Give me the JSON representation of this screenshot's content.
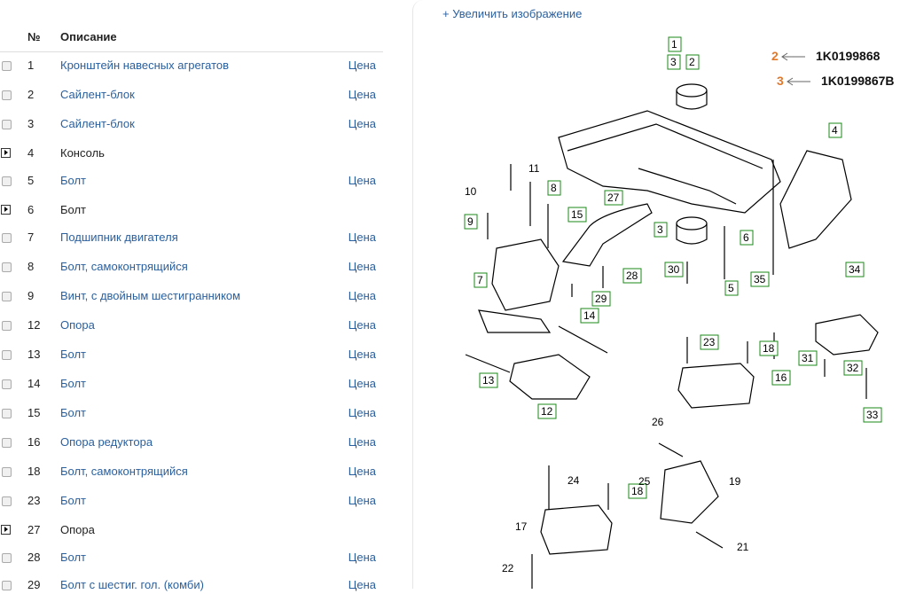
{
  "table": {
    "col_num": "№",
    "col_desc": "Описание",
    "rows": [
      {
        "num": "1",
        "desc": "Кронштейн навесных агрегатов",
        "price": "Цена",
        "expand": false
      },
      {
        "num": "2",
        "desc": "Сайлент-блок",
        "price": "Цена",
        "expand": false
      },
      {
        "num": "3",
        "desc": "Сайлент-блок",
        "price": "Цена",
        "expand": false
      },
      {
        "num": "4",
        "desc": "Консоль",
        "price": "",
        "expand": true
      },
      {
        "num": "5",
        "desc": "Болт",
        "price": "Цена",
        "expand": false
      },
      {
        "num": "6",
        "desc": "Болт",
        "price": "",
        "expand": true
      },
      {
        "num": "7",
        "desc": "Подшипник двигателя",
        "price": "Цена",
        "expand": false
      },
      {
        "num": "8",
        "desc": "Болт, самоконтрящийся",
        "price": "Цена",
        "expand": false
      },
      {
        "num": "9",
        "desc": "Винт, с двойным шестигранником",
        "price": "Цена",
        "expand": false
      },
      {
        "num": "12",
        "desc": "Опора",
        "price": "Цена",
        "expand": false
      },
      {
        "num": "13",
        "desc": "Болт",
        "price": "Цена",
        "expand": false
      },
      {
        "num": "14",
        "desc": "Болт",
        "price": "Цена",
        "expand": false
      },
      {
        "num": "15",
        "desc": "Болт",
        "price": "Цена",
        "expand": false
      },
      {
        "num": "16",
        "desc": "Опора редуктора",
        "price": "Цена",
        "expand": false
      },
      {
        "num": "18",
        "desc": "Болт, самоконтрящийся",
        "price": "Цена",
        "expand": false
      },
      {
        "num": "23",
        "desc": "Болт",
        "price": "Цена",
        "expand": false
      },
      {
        "num": "27",
        "desc": "Опора",
        "price": "",
        "expand": true
      },
      {
        "num": "28",
        "desc": "Болт",
        "price": "Цена",
        "expand": false
      },
      {
        "num": "29",
        "desc": "Болт с шестиг. гол. (комби)",
        "price": "Цена",
        "expand": false
      }
    ]
  },
  "zoom_link": "+ Увеличить изображение",
  "annotations": [
    {
      "num": "2",
      "code": "1K0199868"
    },
    {
      "num": "3",
      "code": "1K0199867B"
    }
  ],
  "callouts": {
    "boxed": [
      "1",
      "3",
      "2",
      "4",
      "8",
      "9",
      "15",
      "27",
      "7",
      "3",
      "6",
      "30",
      "5",
      "35",
      "34",
      "28",
      "29",
      "14",
      "13",
      "12",
      "23",
      "18",
      "16",
      "31",
      "32",
      "33",
      "18"
    ],
    "plain": [
      "11",
      "10",
      "26",
      "25",
      "19",
      "24",
      "17",
      "22",
      "21"
    ]
  }
}
